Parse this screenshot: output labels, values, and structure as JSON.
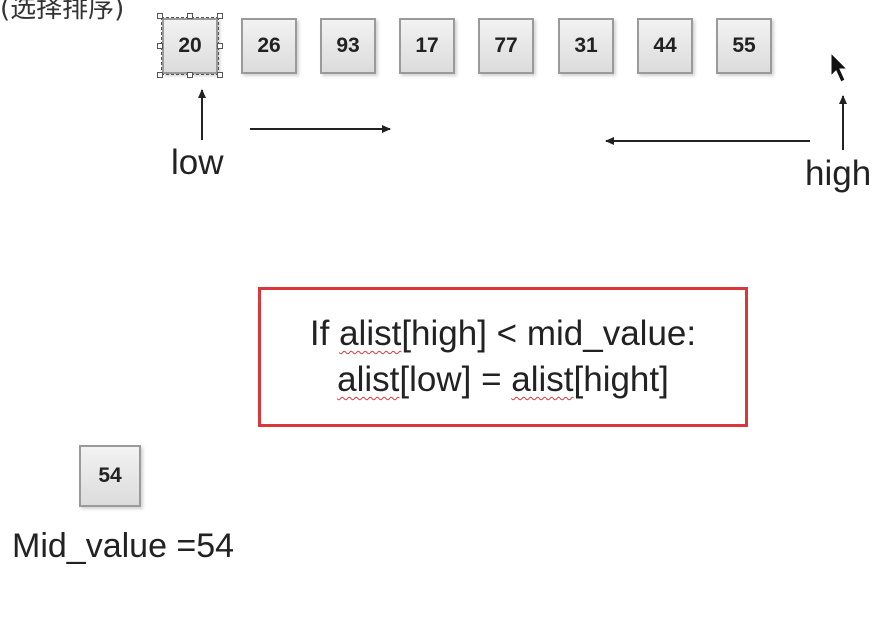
{
  "title_fragment": "(选择排序)",
  "array": [
    "20",
    "26",
    "93",
    "17",
    "77",
    "31",
    "44",
    "55"
  ],
  "pointers": {
    "low": "low",
    "high": "high"
  },
  "code": {
    "line1_prefix": "If ",
    "line1_word": "alist",
    "line1_suffix": "[high] < mid_value:",
    "line2_word1": "alist",
    "line2_mid": "[low] = ",
    "line2_word2": "alist",
    "line2_suffix": "[hight]"
  },
  "mid": {
    "cell": "54",
    "label": "Mid_value =54"
  },
  "colors": {
    "box_border": "#d9373b",
    "cell_fill": "#e6e6e6"
  },
  "icons": {
    "cursor": "mouse-pointer-icon"
  }
}
